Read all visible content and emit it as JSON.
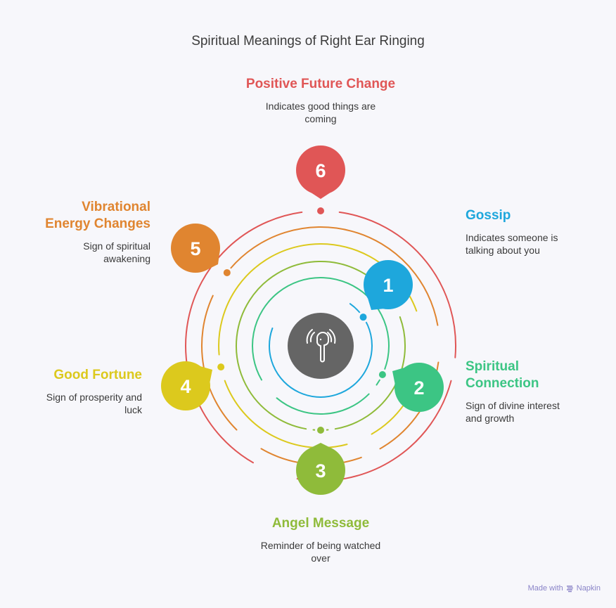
{
  "title": "Spiritual Meanings of Right Ear Ringing",
  "center_icon": "earbud-sound-icon",
  "items": [
    {
      "number": "1",
      "title": "Gossip",
      "description": "Indicates someone is talking about you",
      "color": "#1ea7dc"
    },
    {
      "number": "2",
      "title": "Spiritual Connection",
      "description": "Sign of divine interest and growth",
      "color": "#3cc584"
    },
    {
      "number": "3",
      "title": "Angel Message",
      "description": "Reminder of being watched over",
      "color": "#8fbb3a"
    },
    {
      "number": "4",
      "title": "Good Fortune",
      "description": "Sign of prosperity and luck",
      "color": "#dcc91d"
    },
    {
      "number": "5",
      "title": "Vibrational Energy Changes",
      "description": "Sign of spiritual awakening",
      "color": "#e08530"
    },
    {
      "number": "6",
      "title": "Positive Future Change",
      "description": "Indicates good things are coming",
      "color": "#e05656"
    }
  ],
  "footer": {
    "made_with": "Made with",
    "brand": "Napkin",
    "brand_icon": "napkin-logo-icon"
  }
}
